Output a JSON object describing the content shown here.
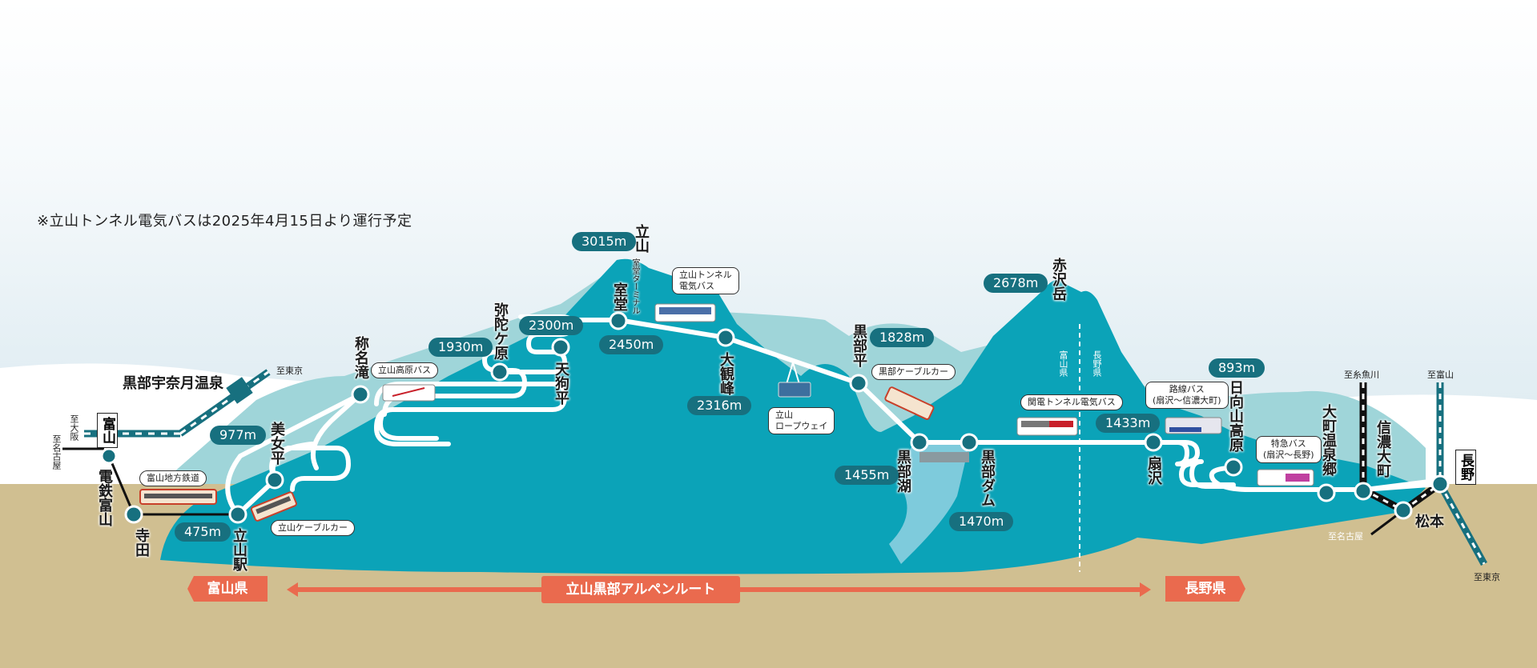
{
  "notice": "※立山トンネル電気バスは2025年4月15日より運行予定",
  "colors": {
    "mountain_dark": "#0ba3b8",
    "mountain_light": "#9fd5d9",
    "badge": "#17707f",
    "station": "#17707f",
    "ground": "#d0bf91",
    "accent": "#ea6a4e",
    "lake": "#7ecbdc"
  },
  "stations": [
    {
      "name": "富山",
      "boxed": true
    },
    {
      "name": "電鉄富山"
    },
    {
      "name": "寺田"
    },
    {
      "name": "立山駅",
      "elevation": "475m"
    },
    {
      "name": "美女平",
      "elevation": "977m"
    },
    {
      "name": "称名滝"
    },
    {
      "name": "弥陀ケ原",
      "elevation": "1930m"
    },
    {
      "name": "天狗平",
      "elevation": "2300m"
    },
    {
      "name": "室堂",
      "sub": "室堂ターミナル",
      "elevation": "2450m"
    },
    {
      "name": "大観峰",
      "elevation": "2316m"
    },
    {
      "name": "黒部平",
      "elevation": "1828m"
    },
    {
      "name": "黒部湖",
      "elevation": "1455m"
    },
    {
      "name": "黒部ダム",
      "elevation": "1470m"
    },
    {
      "name": "扇沢",
      "elevation": "1433m"
    },
    {
      "name": "日向山高原",
      "elevation": "893m"
    },
    {
      "name": "大町温泉郷"
    },
    {
      "name": "信濃大町"
    },
    {
      "name": "松本"
    },
    {
      "name": "長野",
      "boxed": true
    },
    {
      "name": "黒部宇奈月温泉"
    }
  ],
  "peaks": [
    {
      "name": "立山",
      "elevation": "3015m"
    },
    {
      "name": "赤沢岳",
      "elevation": "2678m"
    }
  ],
  "transport": {
    "toyama_chiho": "富山地方鉄道",
    "cable_tateyama": "立山ケーブルカー",
    "kogen_bus": "立山高原バス",
    "tunnel_bus": "立山トンネル\n電気バス",
    "ropeway": "立山\nロープウェイ",
    "cable_kurobe": "黒部ケーブルカー",
    "kanden_bus": "関電トンネル電気バス",
    "route_bus": "路線バス\n(扇沢〜信濃大町)",
    "express_bus": "特急バス\n(扇沢〜長野)"
  },
  "directions": {
    "osaka": "至大阪",
    "nagoya_left": "至名古屋",
    "tokyo_top": "至東京",
    "itoigawa": "至糸魚川",
    "toyama_right": "至富山",
    "nagoya_right": "至名古屋",
    "tokyo_bottom": "至東京"
  },
  "border": {
    "toyama": "富山県",
    "nagano": "長野県"
  },
  "footer": {
    "left_pref": "富山県",
    "route_name": "立山黒部アルペンルート",
    "right_pref": "長野県"
  }
}
